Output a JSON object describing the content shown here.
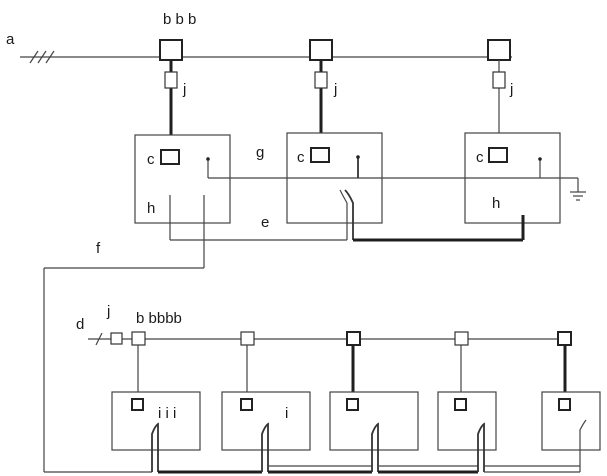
{
  "labels": {
    "a": "a",
    "bbb": "b b b",
    "j1": "j",
    "j2": "j",
    "j3": "j",
    "c1": "c",
    "c2": "c",
    "c3": "c",
    "g": "g",
    "h1": "h",
    "h2": "h",
    "e": "e",
    "f": "f",
    "d": "d",
    "j4": "j",
    "bbbbb": "b bbbb",
    "iii": "i i i",
    "i": "i"
  }
}
